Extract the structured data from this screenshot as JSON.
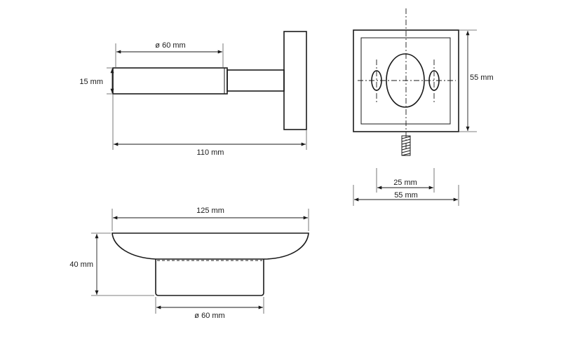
{
  "dimensions": {
    "pipe_diameter": "ø 60 mm",
    "pipe_height": "15 mm",
    "total_depth": "110 mm",
    "plate_height": "55 mm",
    "hole_spacing": "25 mm",
    "plate_width": "55 mm",
    "dish_width": "125 mm",
    "dish_height": "40 mm",
    "dish_base_diameter": "ø 60 mm"
  }
}
